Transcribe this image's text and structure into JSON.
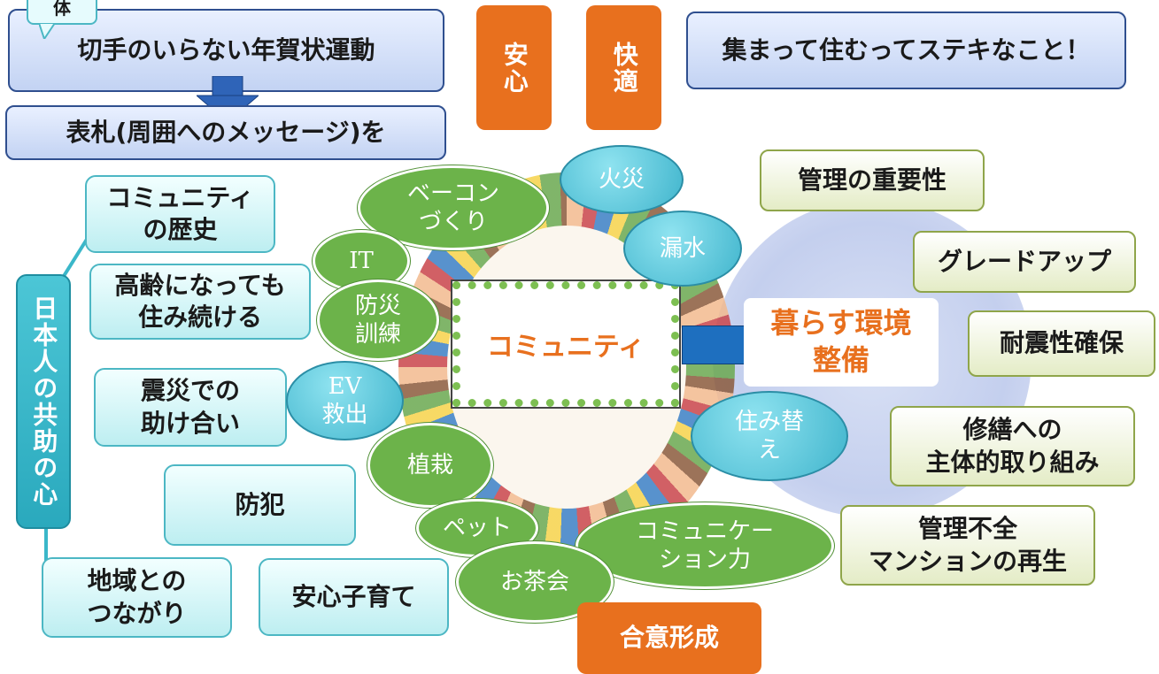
{
  "top": {
    "bubble": "体",
    "nengajo": "切手のいらない年賀状運動",
    "hyosatsu": "表札(周囲へのメッセージ)を",
    "anshin": "安心",
    "kaiteki": "快適",
    "atsumatte": "集まって住むってステキなこと！"
  },
  "center": {
    "community": "コミュニティ",
    "environment": "暮らす環境\n整備"
  },
  "bottom": {
    "goi": "合意形成"
  },
  "left": {
    "vertical": "日本人の共助の心",
    "history": "コミュニティ\nの歴史",
    "elderly": "高齢になっても\n住み続ける",
    "disaster": "震災での\n助け合い",
    "crime": "防犯",
    "region": "地域との\nつながり",
    "childcare": "安心子育て"
  },
  "bubbles": {
    "beacon": "ベーコン\nづくり",
    "it": "IT",
    "drill": "防災\n訓練",
    "ev": "EV\n救出",
    "planting": "植栽",
    "pet": "ペット",
    "tea": "お茶会",
    "communication": "コミュニケー\nション力",
    "fire": "火災",
    "leak": "漏水",
    "rehousing": "住み替\nえ"
  },
  "right": {
    "importance": "管理の重要性",
    "gradeup": "グレードアップ",
    "seismic": "耐震性確保",
    "repair": "修繕への\n主体的取り組み",
    "regeneration": "管理不全\nマンションの再生"
  },
  "colors": {
    "orange": "#e8701e",
    "green": "#6cb34a",
    "teal": "#3fb4cc",
    "blue_border": "#2f4f8f",
    "connector": "#1e6fbf"
  }
}
